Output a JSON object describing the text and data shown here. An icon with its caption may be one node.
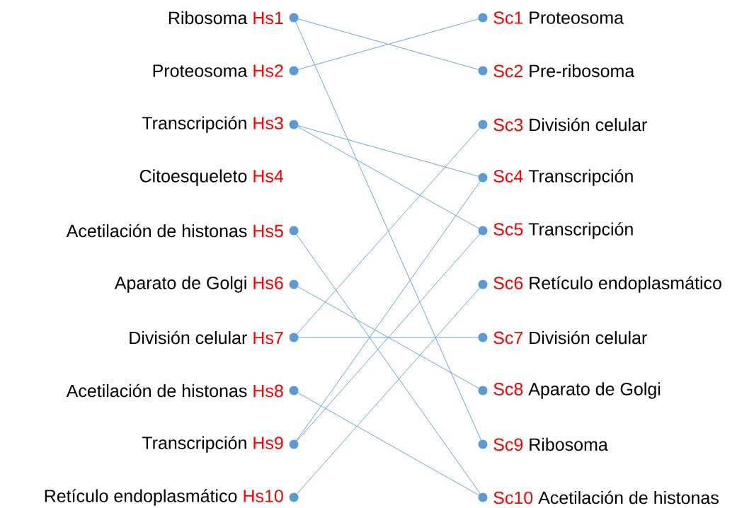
{
  "diagram": {
    "nodes": [
      {
        "text": [
          "Ribosoma",
          "Hs1"
        ]
      },
      {
        "text": [
          "Proteosoma",
          "Hs2"
        ]
      },
      {
        "text": [
          "Transcripción",
          "Hs3"
        ]
      },
      {
        "text": [
          "Citoesqueleto",
          "Hs4"
        ]
      },
      {
        "text": [
          "Acetilación de histonas",
          "Hs5"
        ]
      },
      {
        "text": [
          "Aparato de Golgi",
          "Hs6"
        ]
      },
      {
        "text": [
          "División celular",
          "Hs7"
        ]
      },
      {
        "text": [
          "Acetilación de histonas",
          "Hs8"
        ]
      },
      {
        "text": [
          "Transcripción",
          "Hs9"
        ]
      },
      {
        "text": [
          "Retículo endoplasmático",
          "Hs10"
        ]
      },
      {
        "text": [
          "Sc1",
          "Proteosoma"
        ]
      },
      {
        "text": [
          "Sc2",
          "Pre-ribosoma"
        ]
      },
      {
        "text": [
          "Sc3",
          "División celular"
        ]
      },
      {
        "text": [
          "Sc4",
          "Transcripción"
        ]
      },
      {
        "text": [
          "Sc5",
          "Transcripción"
        ]
      },
      {
        "text": [
          "Sc6",
          "Retículo endoplasmático"
        ]
      },
      {
        "text": [
          "Sc7",
          "División celular"
        ]
      },
      {
        "text": [
          "Sc8",
          "Aparato de Golgi"
        ]
      },
      {
        "text": [
          "Sc9",
          "Ribosoma"
        ]
      },
      {
        "text": [
          "Sc10",
          "Acetilación de histonas"
        ]
      }
    ],
    "edges": [
      {
        "from": 0,
        "to": 11,
        "arrow": "none"
      },
      {
        "from": 0,
        "to": 18,
        "arrow": "none"
      },
      {
        "from": 1,
        "to": 10,
        "arrow": "none"
      },
      {
        "from": 2,
        "to": 13,
        "arrow": "none"
      },
      {
        "from": 2,
        "to": 14,
        "arrow": "none"
      },
      {
        "from": 4,
        "to": 19,
        "arrow": "none"
      },
      {
        "from": 5,
        "to": 17,
        "arrow": "none"
      },
      {
        "from": 6,
        "to": 12,
        "arrow": "none"
      },
      {
        "from": 6,
        "to": 16,
        "arrow": "none"
      },
      {
        "from": 7,
        "to": 19,
        "arrow": "none"
      },
      {
        "from": 8,
        "to": 13,
        "arrow": "none"
      },
      {
        "from": 8,
        "to": 14,
        "arrow": "none"
      },
      {
        "from": 9,
        "to": 15,
        "arrow": "none"
      }
    ]
  }
}
